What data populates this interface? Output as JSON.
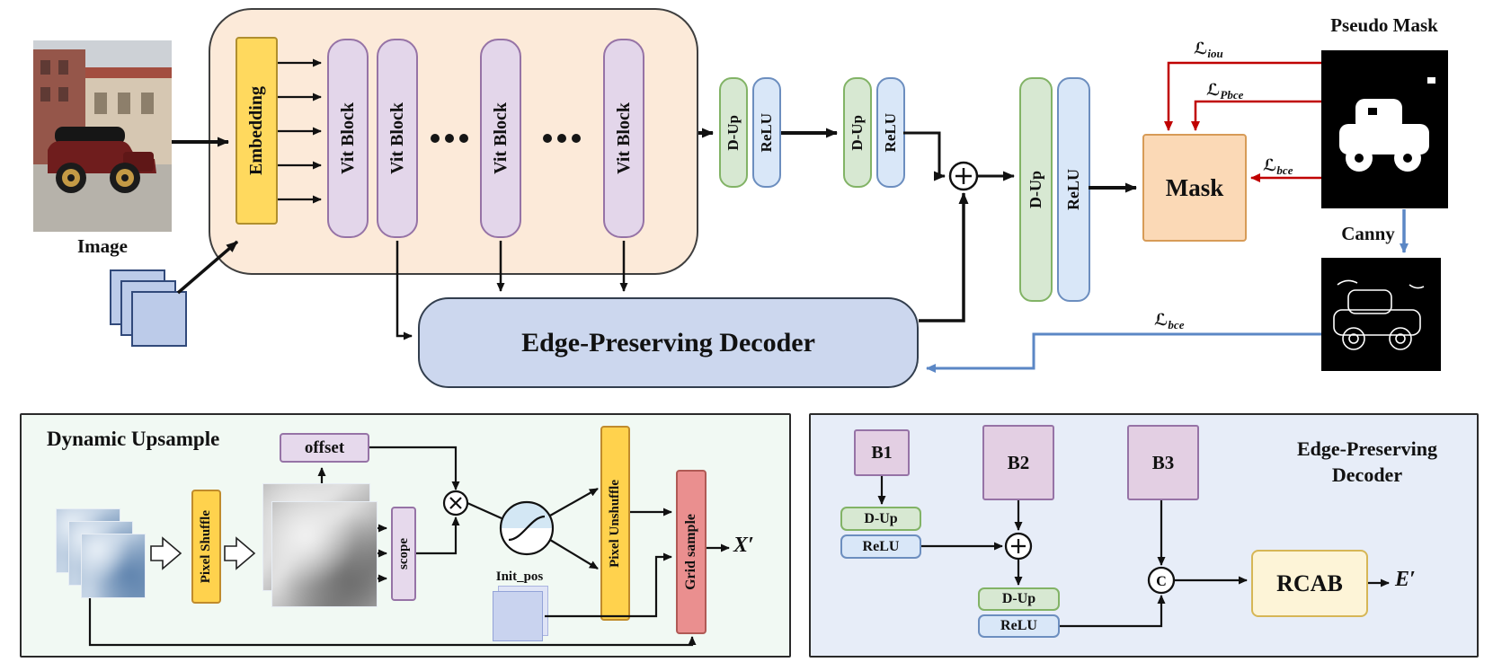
{
  "pipeline": {
    "image_caption": "Image",
    "embedding": "Embedding",
    "vit_block": "Vit Block",
    "d_up": "D-Up",
    "relu": "ReLU",
    "mask": "Mask",
    "edge_decoder_box": "Edge-Preserving Decoder",
    "pseudo_mask_caption": "Pseudo Mask",
    "canny_caption": "Canny",
    "losses": {
      "script_l": "ℒ",
      "iou": "iou",
      "pbce": "Pbce",
      "bce": "bce"
    }
  },
  "dynamic_upsample_panel": {
    "title": "Dynamic Upsample",
    "pixel_shuffle": "Pixel Shuffle",
    "offset": "offset",
    "scope": "scope",
    "pixel_unshuffle": "Pixel Unshuffle",
    "init_pos": "Init_pos",
    "grid_sample": "Grid sample",
    "output": "X′"
  },
  "edge_decoder_panel": {
    "title_line1": "Edge-Preserving",
    "title_line2": "Decoder",
    "b1": "B1",
    "b2": "B2",
    "b3": "B3",
    "d_up": "D-Up",
    "relu": "ReLU",
    "concat": "C",
    "rcab": "RCAB",
    "output": "E′"
  },
  "colors": {
    "loss_arrow_red": "#c00000",
    "edge_arrow_blue": "#5b87c5"
  }
}
